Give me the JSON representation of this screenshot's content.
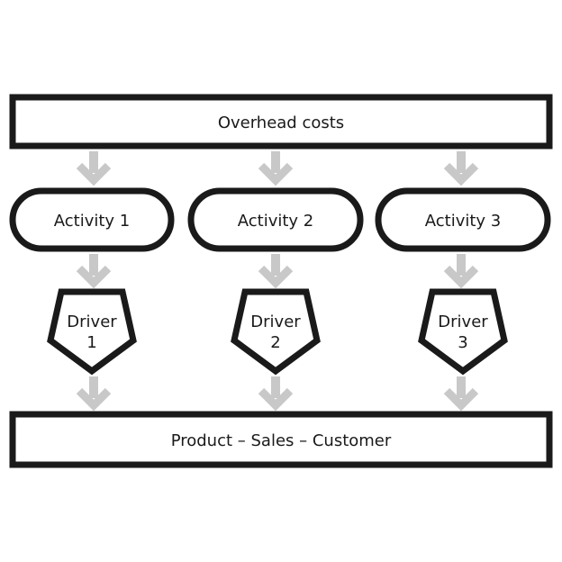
{
  "top_box": {
    "label": "Overhead costs"
  },
  "bottom_box": {
    "label": "Product – Sales – Customer"
  },
  "activities": [
    {
      "label": "Activity 1",
      "driver_line1": "Driver",
      "driver_line2": "1"
    },
    {
      "label": "Activity 2",
      "driver_line1": "Driver",
      "driver_line2": "2"
    },
    {
      "label": "Activity 3",
      "driver_line1": "Driver",
      "driver_line2": "3"
    }
  ],
  "colors": {
    "stroke": "#1a1a1a",
    "arrow": "#c8c8c8",
    "background": "#ffffff"
  }
}
